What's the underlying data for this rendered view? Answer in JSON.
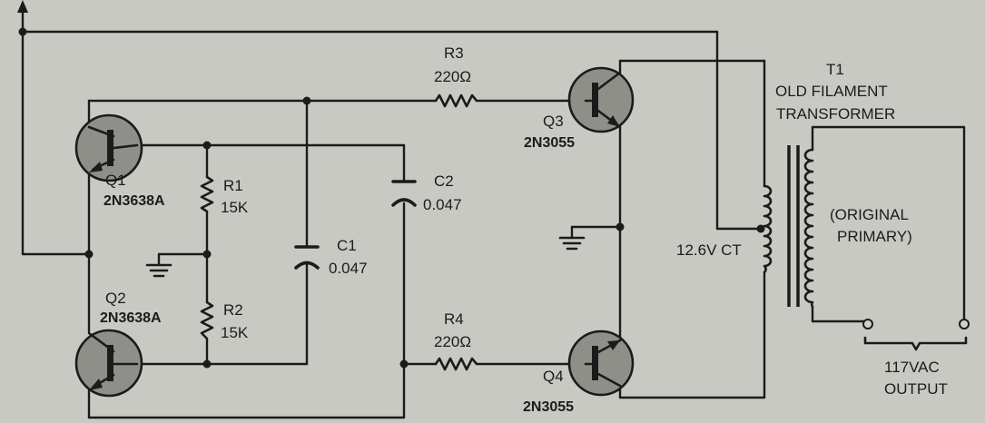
{
  "colors": {
    "ink": "#1b1b1b",
    "paper": "#c9c9c4",
    "transistor_body": "#8f8f8a"
  },
  "components": {
    "q1": {
      "label": "Q1",
      "part": "2N3638A"
    },
    "q2": {
      "label": "Q2",
      "part": "2N3638A"
    },
    "q3": {
      "label": "Q3",
      "part": "2N3055"
    },
    "q4": {
      "label": "Q4",
      "part": "2N3055"
    },
    "r1": {
      "label": "R1",
      "value": "15K"
    },
    "r2": {
      "label": "R2",
      "value": "15K"
    },
    "r3": {
      "label": "R3",
      "value": "220Ω"
    },
    "r4": {
      "label": "R4",
      "value": "220Ω"
    },
    "c1": {
      "label": "C1",
      "value": "0.047"
    },
    "c2": {
      "label": "C2",
      "value": "0.047"
    },
    "t1": {
      "label": "T1",
      "desc_line1": "OLD FILAMENT",
      "desc_line2": "TRANSFORMER",
      "secondary": "12.6V CT",
      "primary_line1": "(ORIGINAL",
      "primary_line2": "PRIMARY)"
    }
  },
  "output": {
    "line1": "117VAC",
    "line2": "OUTPUT"
  }
}
